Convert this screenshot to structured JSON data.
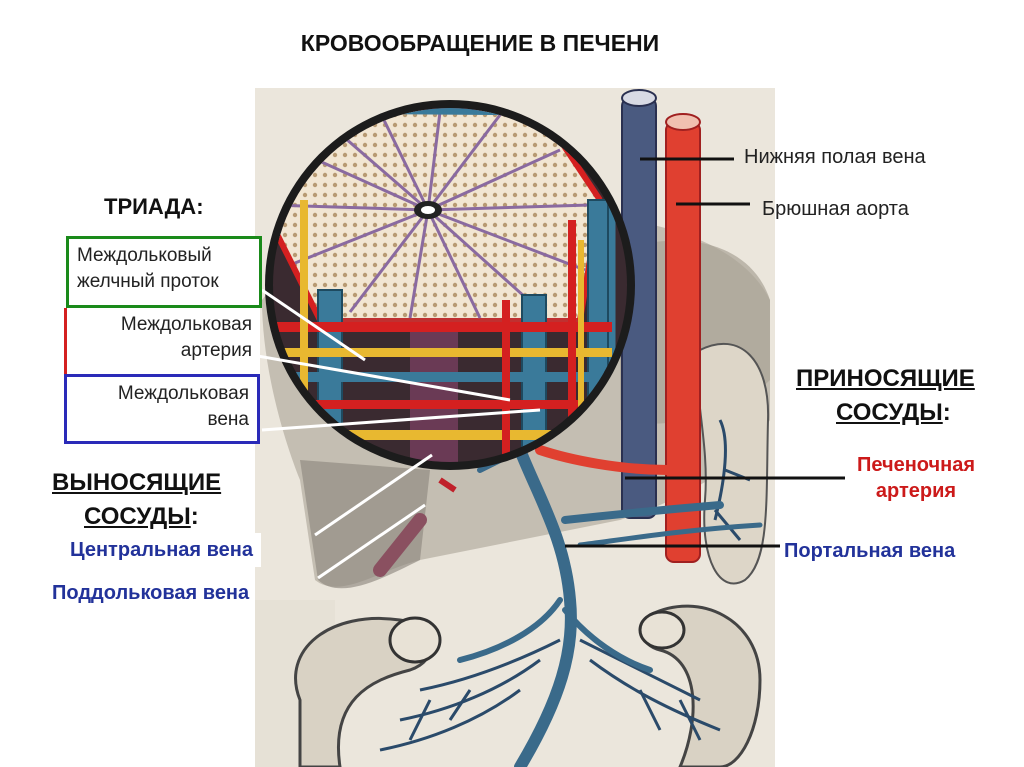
{
  "title": "КРОВООБРАЩЕНИЕ В ПЕЧЕНИ",
  "triad": {
    "heading": "ТРИАДА:",
    "bile_duct": "Междольковый желчный проток",
    "artery": "Междольковая артерия",
    "vein": "Междольковая вена"
  },
  "vessels": {
    "ivc": "Нижняя полая вена",
    "aorta": "Брюшная аорта"
  },
  "afferent": {
    "heading_line1": "ПРИНОСЯЩИЕ",
    "heading_line2": "СОСУДЫ",
    "colon": ":",
    "hepatic_artery": "Печеночная артерия",
    "portal_vein": "Портальная вена"
  },
  "efferent": {
    "heading_line1": "ВЫНОСЯЩИЕ",
    "heading_line2": "СОСУДЫ",
    "colon": ":",
    "central_vein": "Центральная вена",
    "sublobular_vein": "Поддольковая вена"
  },
  "colors": {
    "bile_green": "#1a8a1a",
    "artery_red": "#d42020",
    "vein_blue": "#2a2ab8",
    "label_blue": "#22329a",
    "label_red": "#cc1a1a"
  }
}
